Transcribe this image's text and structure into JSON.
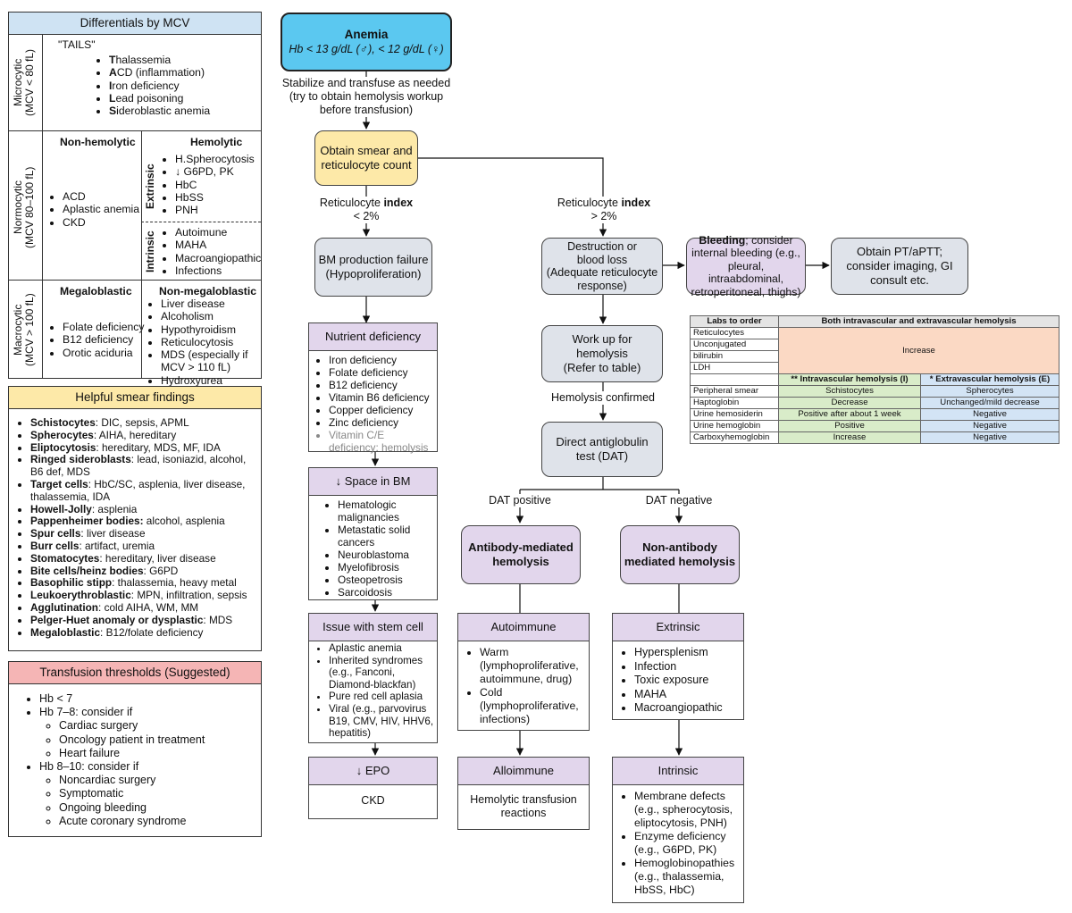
{
  "mcv": {
    "header": "Differentials by MCV",
    "microcytic": {
      "label": "Microcytic",
      "sublabel": "(MCV < 80 fL)",
      "mnemonic": "\"TAILS\"",
      "items": [
        {
          "first": "T",
          "rest": "halassemia"
        },
        {
          "first": "A",
          "rest": "CD (inflammation)"
        },
        {
          "first": "I",
          "rest": "ron deficiency"
        },
        {
          "first": "L",
          "rest": "ead poisoning"
        },
        {
          "first": "S",
          "rest": "ideroblastic anemia"
        }
      ]
    },
    "normocytic": {
      "label": "Normocytic",
      "sublabel": "(MCV 80–100 fL)",
      "nonhemolytic_title": "Non-hemolytic",
      "nonhemolytic_items": [
        "ACD",
        "Aplastic anemia",
        "CKD"
      ],
      "hemolytic_title": "Hemolytic",
      "extrinsic_label": "Extrinsic",
      "extrinsic_items": [
        "H.Spherocytosis",
        "↓ G6PD, PK",
        "HbC",
        "HbSS",
        "PNH"
      ],
      "intrinsic_label": "Intrinsic",
      "intrinsic_items": [
        "Autoimune",
        "MAHA",
        "Macroangiopathic",
        "Infections"
      ]
    },
    "macrocytic": {
      "label": "Macrocytic",
      "sublabel": "(MCV > 100 fL)",
      "megaloblastic_title": "Megaloblastic",
      "megaloblastic_items": [
        "Folate deficiency",
        "B12 deficiency",
        "Orotic aciduria"
      ],
      "nonmegaloblastic_title": "Non-megaloblastic",
      "nonmegaloblastic_items": [
        "Liver disease",
        "Alcoholism",
        "Hypothyroidism",
        "Reticulocytosis",
        "MDS (especially if",
        "Hydroxyurea"
      ],
      "mds_cont": "MCV > 110 fL)"
    }
  },
  "smear": {
    "header": "Helpful smear findings",
    "items": [
      {
        "term": "Schistocytes",
        "desc": ": DIC, sepsis, APML"
      },
      {
        "term": "Spherocytes",
        "desc": ": AIHA, hereditary"
      },
      {
        "term": "Eliptocytosis",
        "desc": ": hereditary, MDS, MF, IDA"
      },
      {
        "term": "Ringed sideroblasts",
        "desc": ": lead, isoniazid, alcohol,",
        "cont": "B6 def, MDS"
      },
      {
        "term": "Target cells",
        "desc": ": HbC/SC, asplenia, liver disease,",
        "cont": "thalassemia, IDA"
      },
      {
        "term": "Howell-Jolly",
        "desc": ": asplenia"
      },
      {
        "term": "Pappenheimer bodies:",
        "desc": " alcohol, asplenia"
      },
      {
        "term": "Spur cells",
        "desc": ": liver disease"
      },
      {
        "term": "Burr cells",
        "desc": ": artifact, uremia"
      },
      {
        "term": "Stomatocytes",
        "desc": ": hereditary, liver disease"
      },
      {
        "term": "Bite cells/heinz bodies",
        "desc": ": G6PD"
      },
      {
        "term": "Basophilic stipp",
        "desc": ": thalassemia, heavy metal"
      },
      {
        "term": "Leukoerythroblastic",
        "desc": ": MPN, infiltration, sepsis"
      },
      {
        "term": "Agglutination",
        "desc": ": cold AIHA, WM, MM"
      },
      {
        "term": "Pelger-Huet anomaly or dysplastic",
        "desc": ": MDS"
      },
      {
        "term": "Megaloblastic",
        "desc": ": B12/folate deficiency"
      }
    ]
  },
  "transfusion": {
    "header": "Transfusion thresholds (Suggested)",
    "l1": "Hb < 7",
    "l2": "Hb 7–8: consider if",
    "l2_items": [
      "Cardiac surgery",
      "Oncology patient in treatment",
      "Heart failure"
    ],
    "l3": "Hb 8–10: consider if",
    "l3_items": [
      "Noncardiac surgery",
      "Symptomatic",
      "Ongoing bleeding",
      "Acute coronary syndrome"
    ]
  },
  "flow": {
    "anemia_title": "Anemia",
    "anemia_sub": "Hb < 13 g/dL (♂), < 12 g/dL (♀)",
    "stabilize": [
      "Stabilize and transfuse as needed",
      "(try to obtain hemolysis workup",
      "before transfusion)"
    ],
    "smear_node": [
      "Obtain smear and",
      "reticulocyte count"
    ],
    "retic_low": {
      "pre": "Reticulocyte ",
      "bold": "index",
      "val": "< 2%"
    },
    "retic_high": {
      "pre": "Reticulocyte ",
      "bold": "index",
      "val": "> 2%"
    },
    "bm_failure": [
      "BM production failure",
      "(Hypoproliferation)"
    ],
    "destruction": [
      "Destruction or",
      "blood loss",
      "(Adequate reticulocyte",
      "response)"
    ],
    "bleeding": {
      "bold": "Bleeding",
      "rest": "; consider",
      "lines": [
        "internal bleeding (e.g.,",
        "pleural, intraabdominal,",
        "retroperitoneal, thighs)"
      ]
    },
    "pt": [
      "Obtain PT/aPTT;",
      "consider imaging, GI",
      "consult etc."
    ],
    "workup": [
      "Work up for",
      "hemolysis",
      "(Refer to table)"
    ],
    "hemolysis_confirmed": "Hemolysis confirmed",
    "dat": [
      "Direct antiglobulin",
      "test (DAT)"
    ],
    "dat_pos": "DAT positive",
    "dat_neg": "DAT negative",
    "antibody": [
      "Antibody-mediated",
      "hemolysis"
    ],
    "nonantibody": [
      "Non-antibody",
      "mediated hemolysis"
    ]
  },
  "boxes": {
    "nutrient": {
      "title": "Nutrient deficiency",
      "items": [
        "Iron deficiency",
        "Folate deficiency",
        "B12 deficiency",
        "Vitamin B6 deficiency",
        "Copper deficiency",
        "Zinc deficiency"
      ],
      "grey_item": "Vitamin C/E",
      "grey_cont": "deficiency: hemolysis"
    },
    "space": {
      "title": "↓ Space in BM",
      "items": [
        "Hematologic",
        "Metastatic solid",
        "Neuroblastoma",
        "Myelofibrosis",
        "Osteopetrosis",
        "Sarcoidosis"
      ],
      "cont0": "malignancies",
      "cont1": "cancers"
    },
    "stem": {
      "title": "Issue with stem cell",
      "l1": "Aplastic anemia",
      "l2": [
        "Inherited syndromes",
        "(e.g., Fanconi,",
        "Diamond-blackfan)"
      ],
      "l3": "Pure red cell aplasia",
      "l4": [
        "Viral (e.g., parvovirus",
        "B19, CMV, HIV, HHV6,",
        "hepatitis)"
      ]
    },
    "epo": {
      "title": "↓ EPO",
      "body": "CKD"
    },
    "autoimmune": {
      "title": "Autoimmune",
      "warm": [
        "Warm",
        "(lymphoproliferative,",
        "autoimmune, drug)"
      ],
      "cold": [
        "Cold",
        "(lymphoproliferative,",
        "infections)"
      ]
    },
    "alloimmune": {
      "title": "Alloimmune",
      "body": [
        "Hemolytic transfusion",
        "reactions"
      ]
    },
    "extrinsic": {
      "title": "Extrinsic",
      "items": [
        "Hypersplenism",
        "Infection",
        "Toxic exposure",
        "MAHA",
        "Macroangiopathic"
      ]
    },
    "intrinsic": {
      "title": "Intrinsic",
      "i1": [
        "Membrane defects",
        "(e.g., spherocytosis,",
        "eliptocytosis, PNH)"
      ],
      "i2": [
        "Enzyme deficiency",
        "(e.g., G6PD, PK)"
      ],
      "i3": [
        "Hemoglobinopathies",
        "(e.g., thalassemia,",
        "HbSS, HbC)"
      ]
    }
  },
  "labs": {
    "col1": "Labs to order",
    "col2": "Both intravascular and extravascular hemolysis",
    "retic": "Reticulocytes",
    "bili1": "Unconjugated",
    "bili2": "bilirubin",
    "ldh": "LDH",
    "increase": "Increase",
    "intra_head": "** Intravascular hemolysis (I)",
    "extra_head": "* Extravascular hemolysis (E)",
    "rows": [
      {
        "lab": "Peripheral smear",
        "intra": "Schistocytes",
        "extra": "Spherocytes"
      },
      {
        "lab": "Haptoglobin",
        "intra": "Decrease",
        "extra": "Unchanged/mild decrease"
      },
      {
        "lab": "Urine hemosiderin",
        "intra": "Positive after about 1 week",
        "extra": "Negative"
      },
      {
        "lab": "Urine hemoglobin",
        "intra": "Positive",
        "extra": "Negative"
      },
      {
        "lab": "Carboxyhemoglobin",
        "intra": "Increase",
        "extra": "Negative"
      }
    ]
  },
  "colors": {
    "anemia": "#5bc8f0",
    "smear_node": "#fde9a8",
    "node_gray": "#dfe3ea",
    "node_purple": "#e2d6ec",
    "smear_header": "#fde9a8",
    "transfusion_header": "#f5b5b5",
    "mcv_header": "#cfe3f3",
    "labs_increase": "#fbd9c4",
    "labs_intra": "#d9ecc9",
    "labs_extra": "#d3e4f5"
  }
}
